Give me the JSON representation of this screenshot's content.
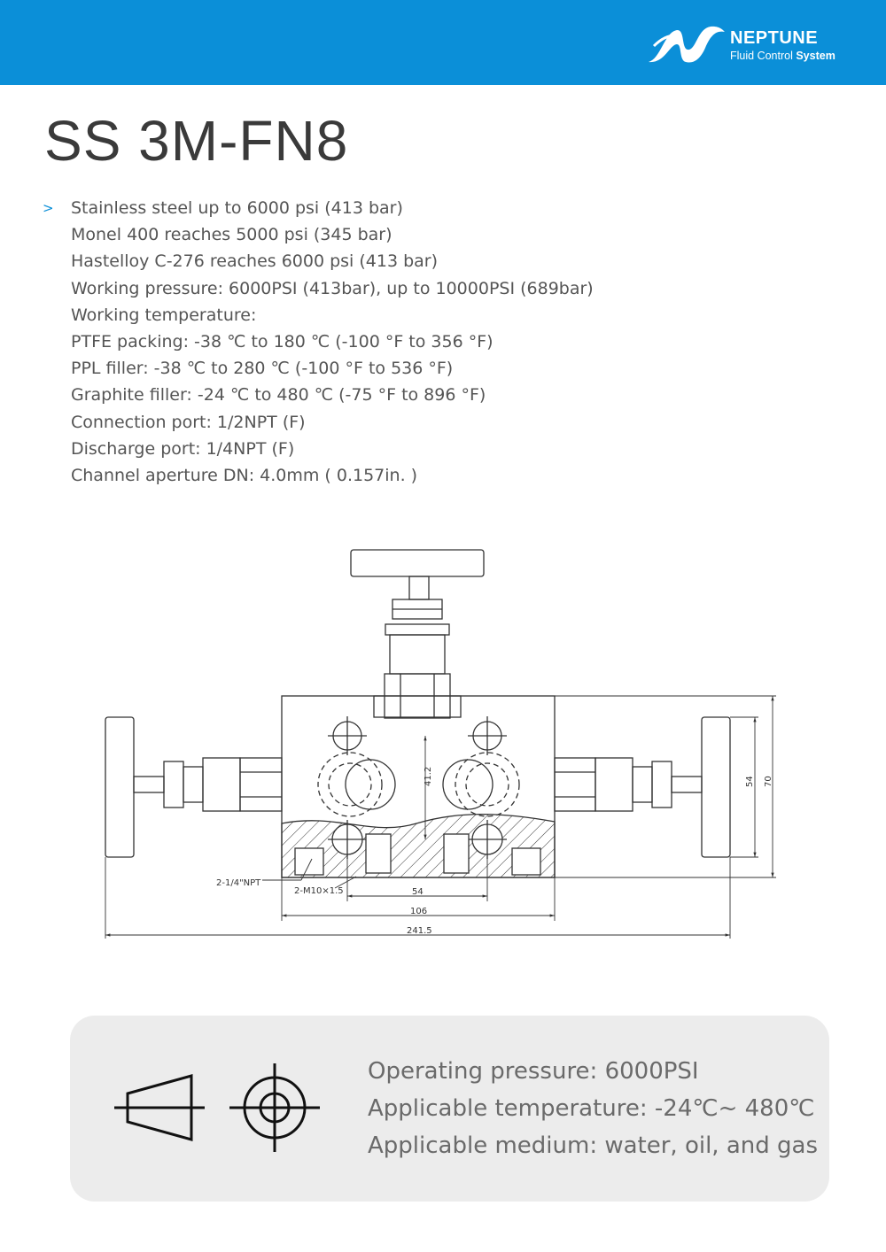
{
  "header": {
    "brand_name": "NEPTUNE",
    "brand_tag_normal": "Fluid Control ",
    "brand_tag_bold": "System",
    "color": "#0b8fd8"
  },
  "title": "SS 3M-FN8",
  "bullet_glyph": ">",
  "specs": [
    "Stainless steel up to 6000 psi (413 bar)",
    "Monel 400 reaches 5000 psi (345 bar)",
    "Hastelloy C-276 reaches 6000 psi (413 bar)",
    "Working pressure: 6000PSI (413bar), up to 10000PSI (689bar)",
    "Working temperature:",
    "PTFE packing: -38 ℃ to 180 ℃ (-100 °F to 356 °F)",
    "PPL filler: -38 ℃ to 280 ℃ (-100 °F to 536 °F)",
    "Graphite filler: -24 ℃ to 480 ℃ (-75 °F to 896 °F)",
    "Connection port: 1/2NPT (F)",
    "Discharge port: 1/4NPT (F)",
    "Channel aperture DN: 4.0mm ( 0.157in. )"
  ],
  "drawing": {
    "labels": {
      "port_label": "2-1/4\"NPT",
      "bolt_label": "2-M10×1.5",
      "dim_54_bottom": "54",
      "dim_106": "106",
      "dim_241": "241.5",
      "dim_41": "41.2",
      "dim_54_side": "54",
      "dim_70": "70"
    }
  },
  "info": {
    "lines": [
      "Operating pressure: 6000PSI",
      "Applicable temperature: -24℃~ 480℃",
      "Applicable medium: water, oil, and gas"
    ]
  }
}
